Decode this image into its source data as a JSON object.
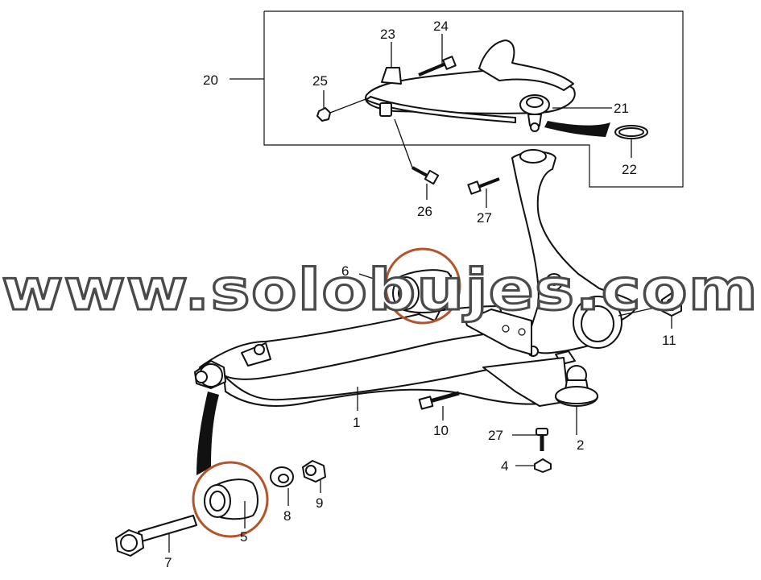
{
  "diagram": {
    "callouts": {
      "n1": "1",
      "n2": "2",
      "n4": "4",
      "n5": "5",
      "n6": "6",
      "n7": "7",
      "n8": "8",
      "n9": "9",
      "n10": "10",
      "n11": "11",
      "n20": "20",
      "n21": "21",
      "n22": "22",
      "n23": "23",
      "n24": "24",
      "n25": "25",
      "n26": "26",
      "n27a": "27",
      "n27b": "27"
    },
    "watermark": "www.solobujes.com",
    "highlight_color": "#b5542a"
  }
}
